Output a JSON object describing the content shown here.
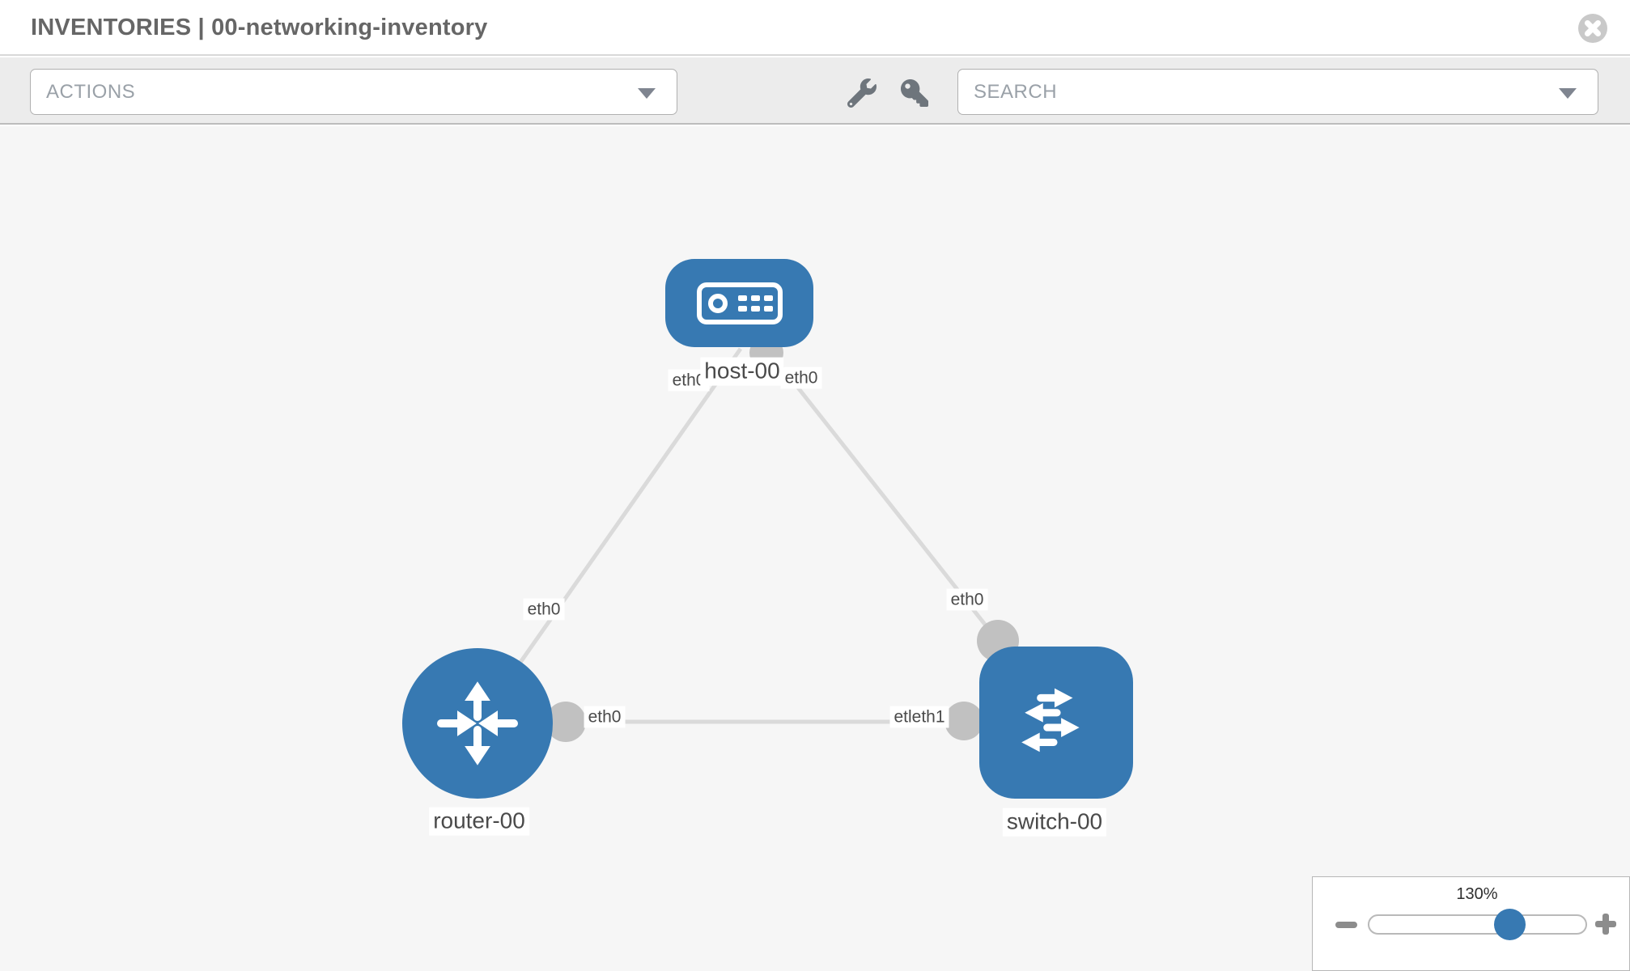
{
  "header": {
    "title": "INVENTORIES | 00-networking-inventory"
  },
  "toolbar": {
    "actions_label": "ACTIONS",
    "search_placeholder": "SEARCH"
  },
  "icons": {
    "close": "times-circle-icon",
    "wrench": "wrench-icon",
    "key": "key-icon",
    "actions_caret": "caret-down-icon",
    "search_caret": "caret-down-icon",
    "zoom_out": "minus-icon",
    "zoom_in": "plus-icon",
    "host": "host-device-icon",
    "router": "router-arrows-icon",
    "switch": "switch-arrows-icon"
  },
  "colors": {
    "node_blue": "#3779b2",
    "link_gray": "#dadada",
    "port_dot_gray": "#c1c1c1",
    "canvas_bg": "#f6f6f6",
    "toolbar_bg": "#ececec",
    "slider_thumb_blue": "#3779b2"
  },
  "diagram": {
    "nodes": [
      {
        "label": "host-00",
        "type": "host"
      },
      {
        "label": "router-00",
        "type": "router"
      },
      {
        "label": "switch-00",
        "type": "switch"
      }
    ],
    "ports": [
      {
        "label": "eth0",
        "near": "host-00 left"
      },
      {
        "label": "eth0",
        "near": "host-00 right"
      },
      {
        "label": "eth0",
        "near": "router-00 top link"
      },
      {
        "label": "eth0",
        "near": "switch-00 top link"
      },
      {
        "label": "eth0",
        "near": "router-00 right link"
      },
      {
        "label": "etleth1",
        "near": "switch-00 left link"
      }
    ],
    "links": [
      {
        "from": "host-00",
        "to": "router-00"
      },
      {
        "from": "host-00",
        "to": "switch-00"
      },
      {
        "from": "router-00",
        "to": "switch-00"
      }
    ]
  },
  "zoom_panel": {
    "zoom_level": "130%"
  }
}
